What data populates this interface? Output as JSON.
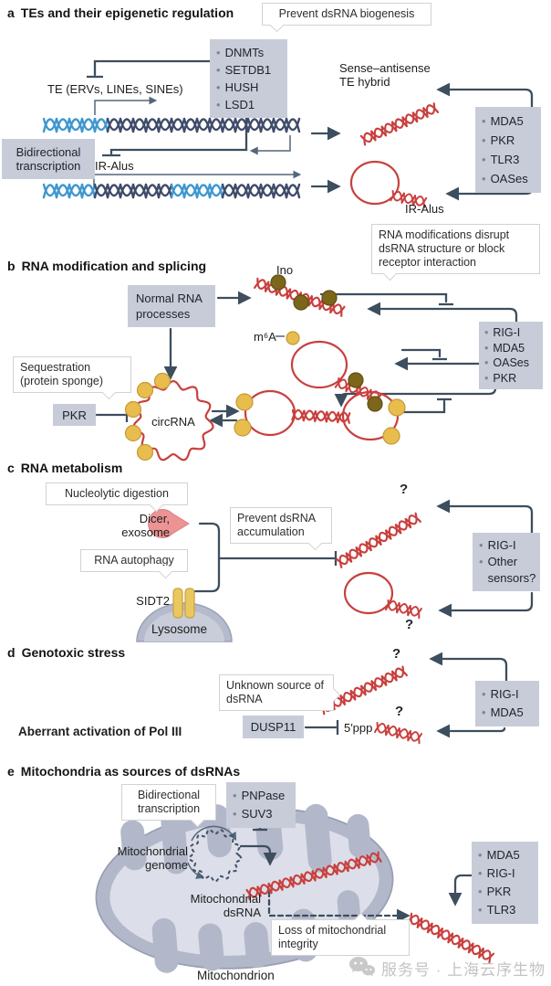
{
  "glyphs": {
    "bullet": "•",
    "question": "?"
  },
  "colors": {
    "rna_red": "#c8403e",
    "dna_blue": "#3e97cf",
    "dna_navy": "#3e4b69",
    "arrow_slate": "#3d4e5e",
    "box_gray": "#c7ccd8",
    "organelle_gray": "#b5bbcc",
    "protein_yellow": "#e9bc4e",
    "modification_olive": "#7b661c",
    "dicer_pink": "#ec9394"
  },
  "panels": {
    "a": {
      "label": "a",
      "title": "TEs and their epigenetic regulation",
      "callout_prevent": "Prevent dsRNA biogenesis",
      "enzymes": [
        "DNMTs",
        "SETDB1",
        "HUSH",
        "LSD1"
      ],
      "te_label": "TE (ERVs, LINEs, SINEs)",
      "bidirectional_label": "Bidirectional transcription",
      "ir_alus_gene_label": "IR-Alus",
      "hybrid_label": "Sense–antisense TE hybrid",
      "sensors": [
        "MDA5",
        "PKR",
        "TLR3",
        "OASes"
      ],
      "ir_alus_rna_label": "IR-Alus"
    },
    "b": {
      "label": "b",
      "title": "RNA modification and splicing",
      "callout_modifications": "RNA modifications disrupt dsRNA structure or block receptor interaction",
      "normal_processes_label": "Normal RNA processes",
      "inosine_label": "Ino",
      "m6a_label": "m⁶A",
      "sensors": [
        "RIG-I",
        "MDA5",
        "OASes",
        "PKR"
      ],
      "callout_sequestration": "Sequestration (protein sponge)",
      "pkr_label": "PKR",
      "circrna_label": "circRNA"
    },
    "c": {
      "label": "c",
      "title": "RNA metabolism",
      "callout_nucleolytic": "Nucleolytic digestion",
      "dicer_label": "Dicer, exosome",
      "callout_prevent": "Prevent dsRNA accumulation",
      "callout_autophagy": "RNA autophagy",
      "sidt2_label": "SIDT2",
      "lysosome_label": "Lysosome",
      "sensors": [
        "RIG-I",
        "Other sensors?"
      ]
    },
    "d": {
      "label": "d",
      "title": "Genotoxic stress",
      "callout_unknown": "Unknown source of dsRNA",
      "pol3_label": "Aberrant activation of Pol III",
      "dusp11_label": "DUSP11",
      "five_ppp_label": "5′ppp",
      "sensors": [
        "RIG-I",
        "MDA5"
      ]
    },
    "e": {
      "label": "e",
      "title": "Mitochondria as sources of dsRNAs",
      "callout_bidirectional": "Bidirectional transcription",
      "enzymes": [
        "PNPase",
        "SUV3"
      ],
      "genome_label": "Mitochondrial genome",
      "dsrna_label": "Mitochondrial dsRNA",
      "sensors": [
        "MDA5",
        "RIG-I",
        "PKR",
        "TLR3"
      ],
      "callout_loss": "Loss of mitochondrial integrity",
      "mitochondrion_label": "Mitochondrion"
    }
  },
  "watermark": {
    "text": "服务号 · 上海云序生物",
    "icon": "wechat-icon"
  }
}
